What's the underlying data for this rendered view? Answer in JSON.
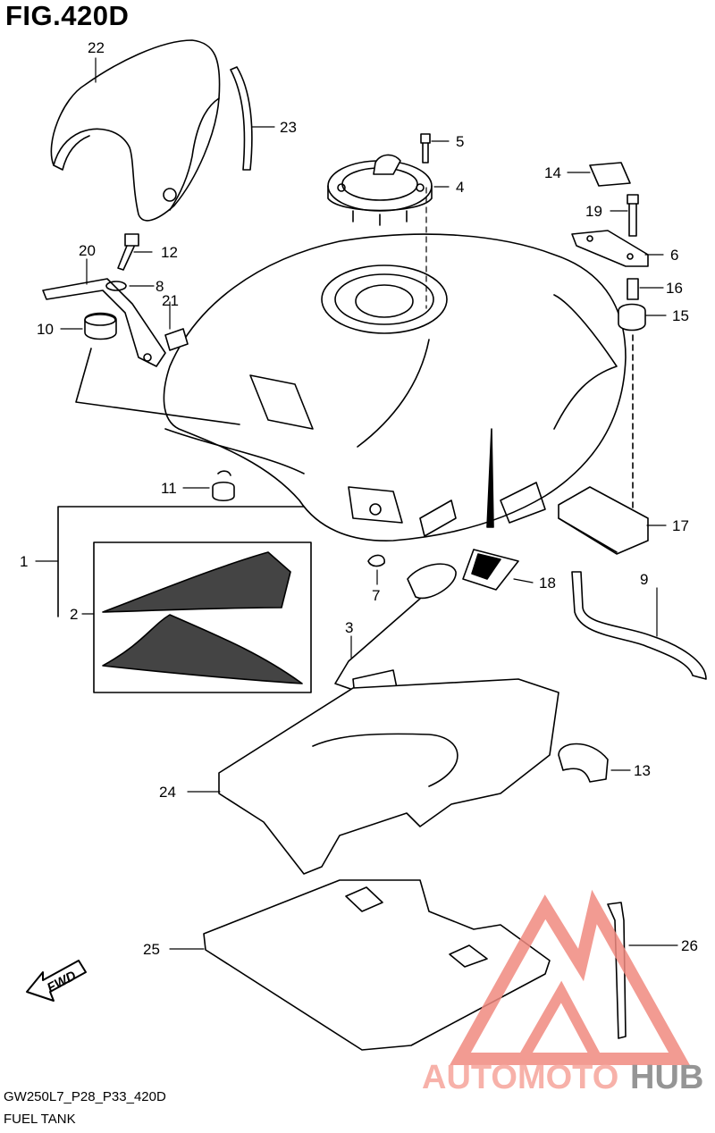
{
  "figure": {
    "title": "FIG.420D",
    "code": "GW250L7_P28_P33_420D",
    "name": "FUEL TANK",
    "fwd_label": "FWD"
  },
  "callouts": [
    "1",
    "2",
    "3",
    "4",
    "5",
    "6",
    "7",
    "8",
    "9",
    "10",
    "11",
    "12",
    "13",
    "14",
    "15",
    "16",
    "17",
    "18",
    "19",
    "20",
    "21",
    "22",
    "23",
    "24",
    "25",
    "26"
  ],
  "watermark": {
    "text_part1": "AUTOMOTO",
    "text_part2": "HUB",
    "color_primary": "#f7a9a0",
    "color_secondary": "#8a8a8a",
    "logo_color": "#f08a80"
  }
}
